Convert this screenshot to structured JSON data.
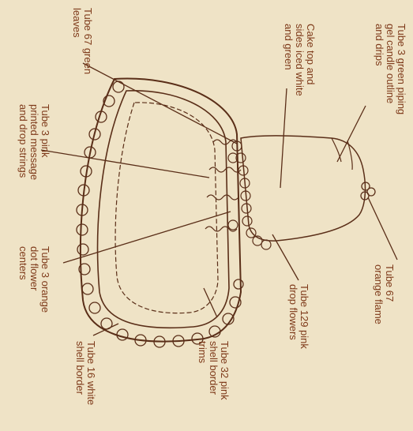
{
  "diagram": {
    "title": "",
    "callouts": [
      {
        "id": "tube67-leaves",
        "text": "Tube 67 green\nleaves"
      },
      {
        "id": "tube3-pink-message",
        "text": "Tube 3 pink\nprinted message\nand drop strings"
      },
      {
        "id": "tube3-orange-dots",
        "text": "Tube 3 orange\ndot flower\ncenters"
      },
      {
        "id": "tube16-white-shell",
        "text": "Tube 16 white\nshell border"
      },
      {
        "id": "tube32-pink-shell",
        "text": "Tube 32 pink\nshell border\ntrims"
      },
      {
        "id": "tube129-pink-flowers",
        "text": "Tube 129 pink\ndrop flowers"
      },
      {
        "id": "cake-top-iced",
        "text": "Cake top and\nsides iced white\nand green"
      },
      {
        "id": "tube3-green-candle",
        "text": "Tube 3 green piping\ngel candle outline\nand drips"
      },
      {
        "id": "tube67-orange-flame",
        "text": "Tube 67\norange flame"
      }
    ],
    "colors": {
      "background": "#efe3c6",
      "ink": "#7e3a1a",
      "line": "#5a2e18"
    }
  }
}
